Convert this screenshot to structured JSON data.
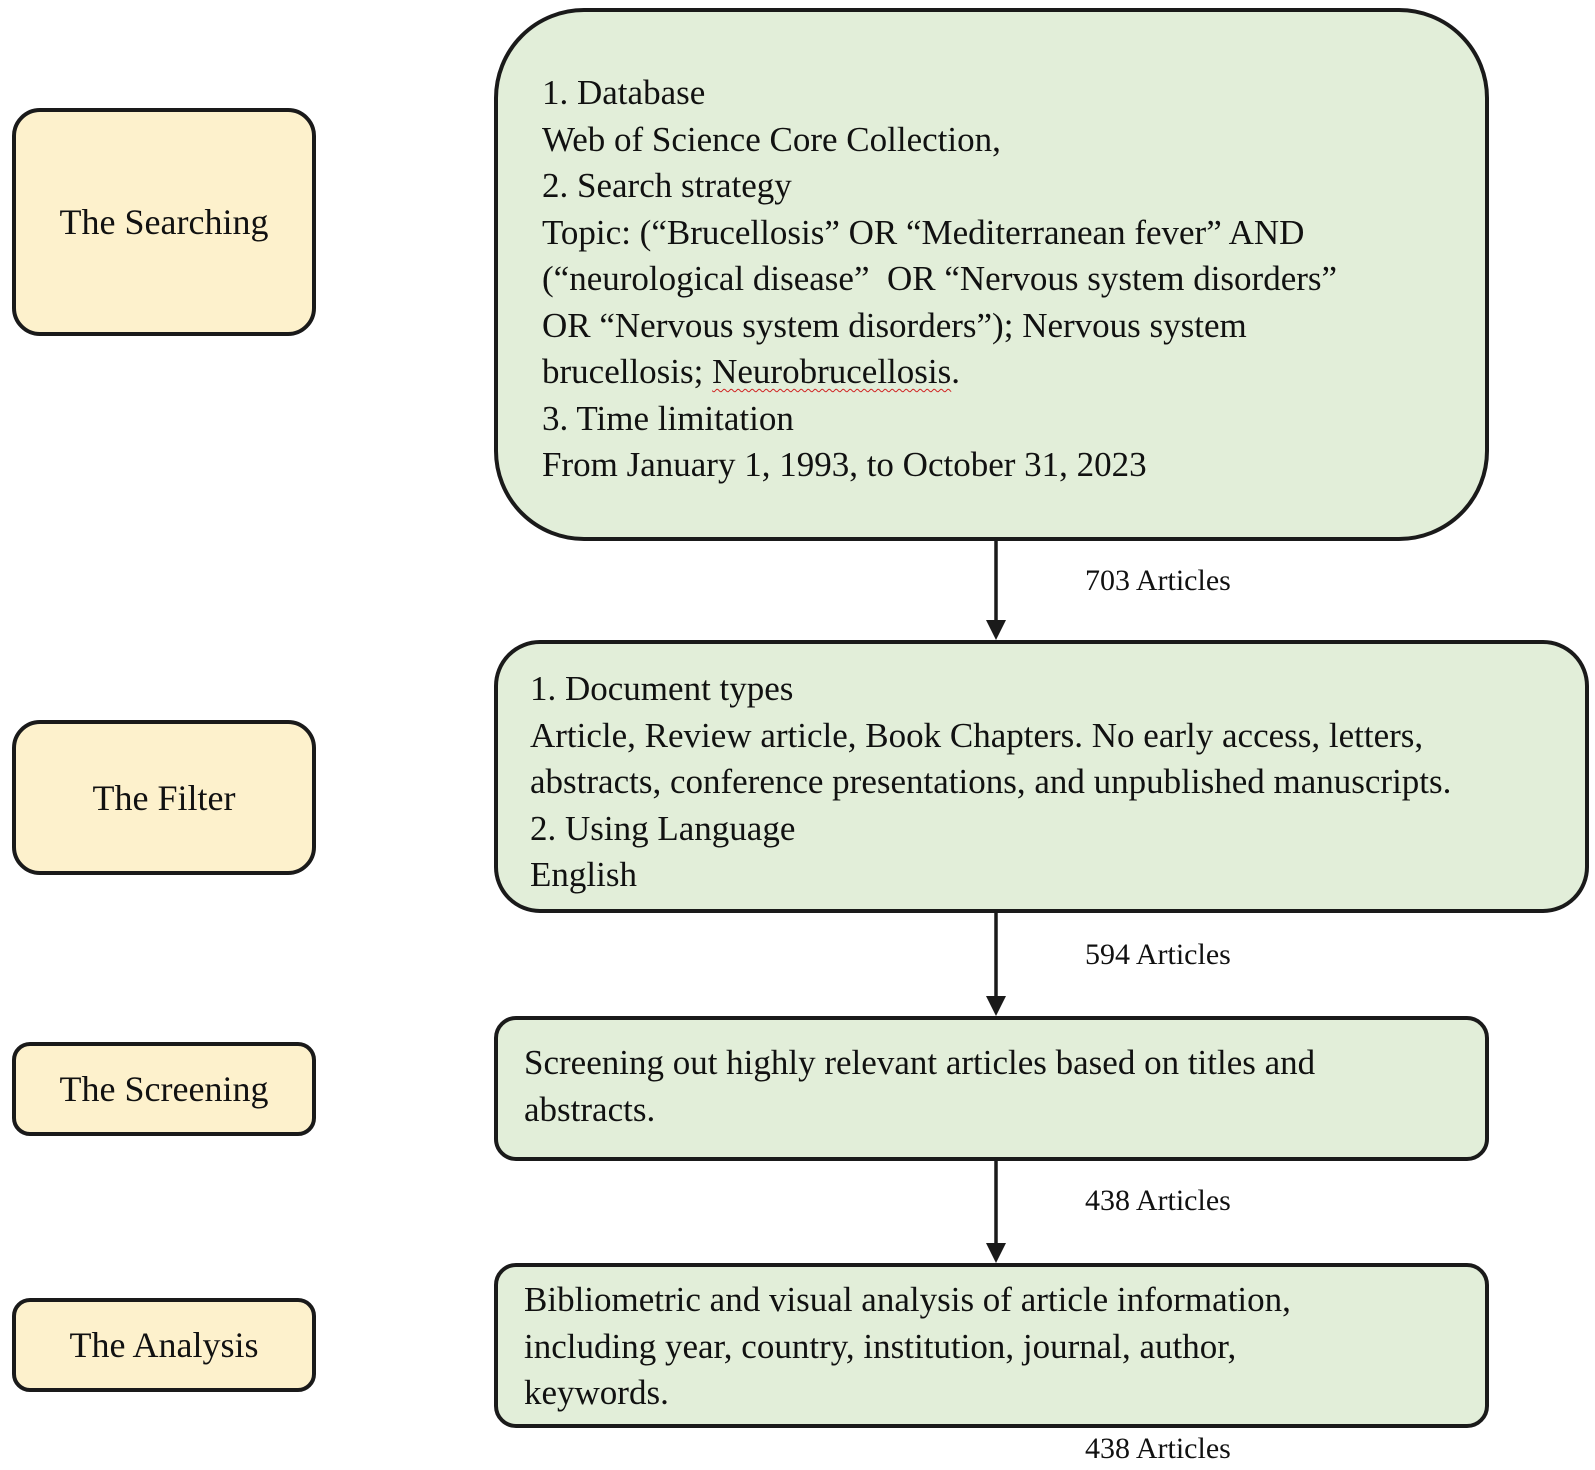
{
  "stages": {
    "searching": "The Searching",
    "filter": "The Filter",
    "screening": "The Screening",
    "analysis": "The Analysis"
  },
  "search_box": {
    "database_heading": "1. Database",
    "database": "Web of Science Core Collection,",
    "strategy_heading": "2. Search strategy",
    "topic_line1": "Topic: (“Brucellosis” OR “Mediterranean fever” AND",
    "topic_line2": "(“neurological disease”  OR “Nervous system disorders”",
    "topic_line3": "OR “Nervous system disorders”); Nervous system",
    "topic_line4_a": "brucellosis; ",
    "topic_line4_b": "Neurobrucellosis",
    "topic_line4_c": ".",
    "time_heading": "3. Time limitation",
    "time_range": "From January 1, 1993, to October 31, 2023"
  },
  "filter_box": {
    "types_heading": "1. Document types",
    "types_line1": "Article, Review article, Book Chapters. No early access, letters,",
    "types_line2": "abstracts, conference presentations, and unpublished manuscripts.",
    "language_heading": "2. Using Language",
    "language": "English"
  },
  "screening_box": {
    "line1": "Screening out highly relevant articles based on titles and",
    "line2": "abstracts."
  },
  "analysis_box": {
    "line1": "Bibliometric and visual analysis of article information,",
    "line2": "including year, country, institution, journal, author,",
    "line3": "keywords."
  },
  "counts": {
    "after_search": "703 Articles",
    "after_filter": "594 Articles",
    "after_screening": "438 Articles",
    "after_analysis": "438 Articles"
  },
  "colors": {
    "stage_fill": "#fdf1cc",
    "box_fill": "#e2eed9",
    "stroke": "#1a1a1a",
    "spellcheck_underline": "#d02020"
  }
}
